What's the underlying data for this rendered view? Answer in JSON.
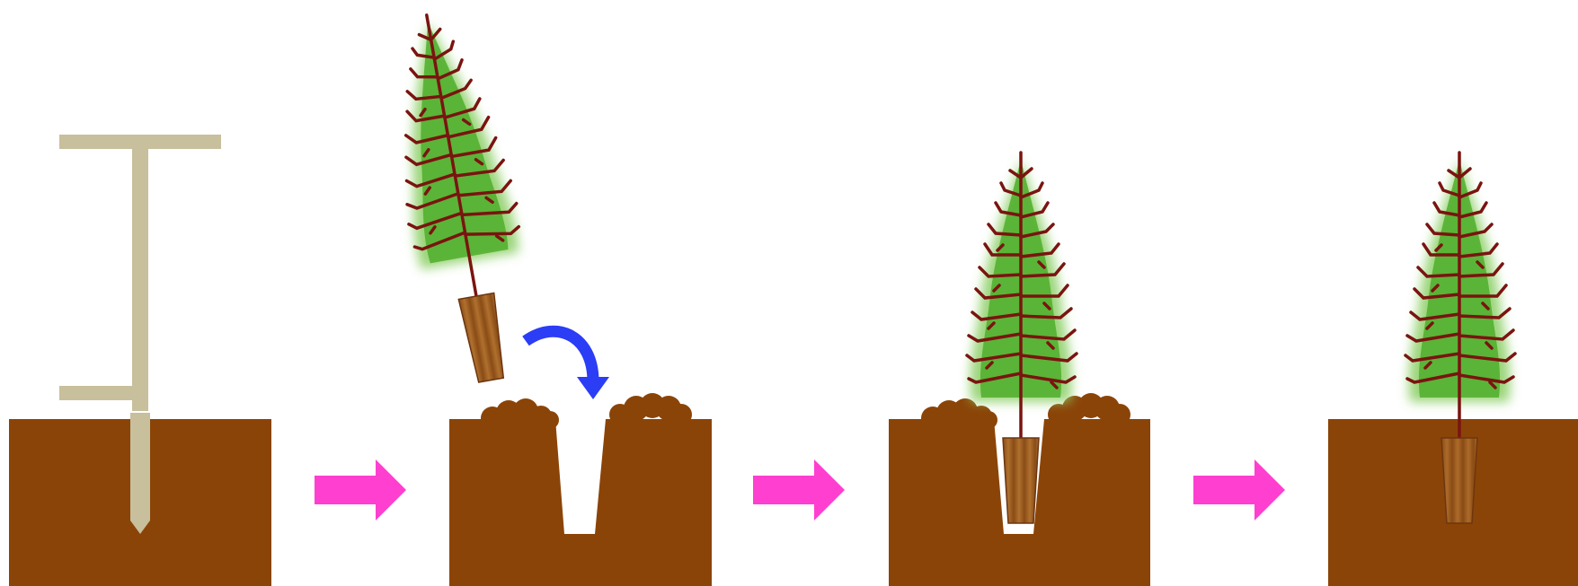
{
  "diagram": {
    "panels": [
      {
        "id": "step-1-auger",
        "tool": "dibble-auger-tool"
      },
      {
        "id": "step-2-insert",
        "action": "insert-plug-seedling"
      },
      {
        "id": "step-3-placed",
        "state": "seedling-in-hole"
      },
      {
        "id": "step-4-filled",
        "state": "hole-closed"
      }
    ],
    "colors": {
      "soil": "#8B4407",
      "tool": "#C8BF9C",
      "plug": "#9C5A1E",
      "needles": "#4FAE2C",
      "needle_glow": "#A7D98A",
      "branches": "#7A1410",
      "arrow_process": "#FF3FD0",
      "arrow_insert": "#2B3DF5"
    }
  }
}
